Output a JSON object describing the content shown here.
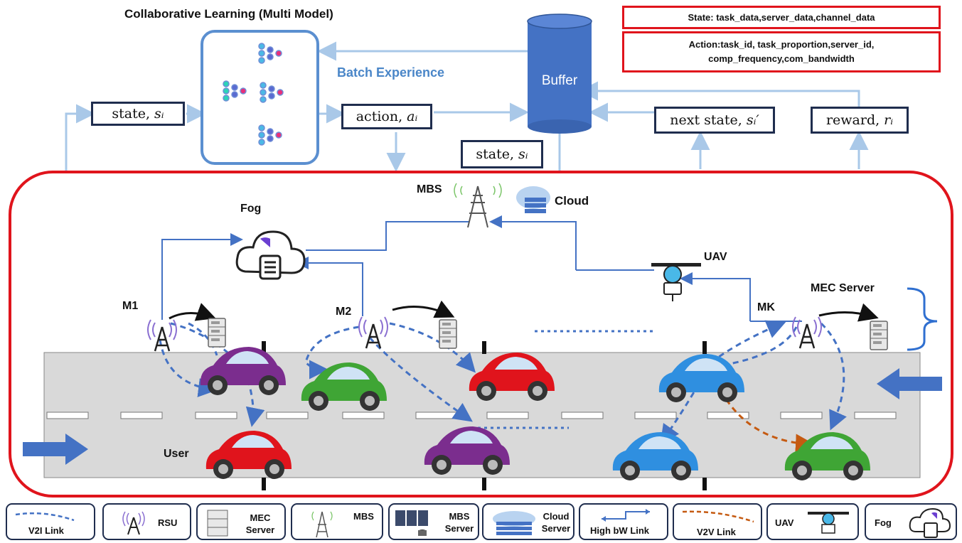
{
  "title": "Collaborative Learning (Multi Model)",
  "batch_label": "Batch Experience",
  "buffer_label": "Buffer",
  "state_box": {
    "label": "state,",
    "sym": "sᵢ"
  },
  "action_box": {
    "label": "action,",
    "sym": "aᵢ"
  },
  "state_box2": {
    "label": "state,",
    "sym": "sᵢ"
  },
  "next_state_box": {
    "label": "next state,",
    "sym": "sᵢ′"
  },
  "reward_box": {
    "label": "reward,",
    "sym": "rᵢ"
  },
  "state_def": "State: task_data,server_data,channel_data",
  "action_def_line1": "Action:task_id, task_proportion,server_id,",
  "action_def_line2": "comp_frequency,com_bandwidth",
  "labels": {
    "mbs": "MBS",
    "cloud": "Cloud",
    "fog": "Fog",
    "uav": "UAV",
    "mec_server": "MEC Server",
    "m1": "M1",
    "m2": "M2",
    "mk": "MK",
    "user": "User"
  },
  "legend": [
    {
      "id": "v2i",
      "label": "V2I Link"
    },
    {
      "id": "rsu",
      "label": "RSU"
    },
    {
      "id": "mec",
      "label": "MEC\nServer"
    },
    {
      "id": "mbs",
      "label": "MBS"
    },
    {
      "id": "mbs_server",
      "label": "MBS\nServer"
    },
    {
      "id": "cloud_server",
      "label": "Cloud\nServer"
    },
    {
      "id": "highbw",
      "label": "High bW Link"
    },
    {
      "id": "v2v",
      "label": "V2V Link"
    },
    {
      "id": "uav",
      "label": "UAV"
    },
    {
      "id": "fog",
      "label": "Fog"
    }
  ],
  "colors": {
    "frame": "#e0141c",
    "road": "#d9d9d9",
    "link_dark": "#4472c4",
    "link_light": "#a9c8e8",
    "v2v": "#c55a11",
    "buffer": "#4472c4"
  }
}
